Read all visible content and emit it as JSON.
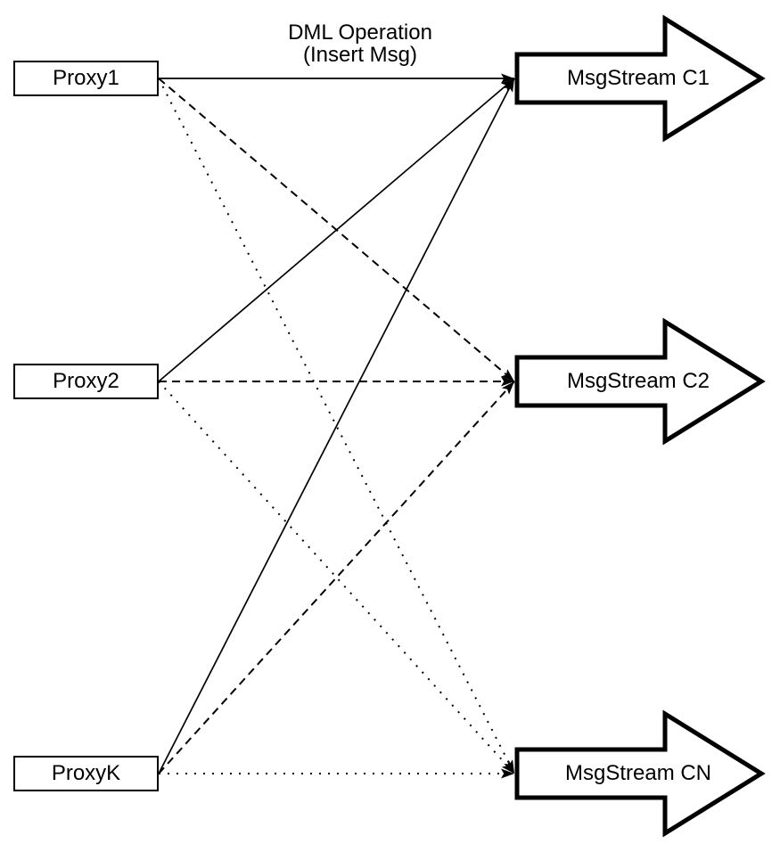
{
  "title": {
    "line1": "DML Operation",
    "line2": "(Insert Msg)"
  },
  "proxies": [
    {
      "id": "proxy1",
      "label": "Proxy1"
    },
    {
      "id": "proxy2",
      "label": "Proxy2"
    },
    {
      "id": "proxyk",
      "label": "ProxyK"
    }
  ],
  "streams": [
    {
      "id": "c1",
      "label": "MsgStream C1"
    },
    {
      "id": "c2",
      "label": "MsgStream C2"
    },
    {
      "id": "cn",
      "label": "MsgStream CN"
    }
  ],
  "edges": [
    {
      "from": "proxy1",
      "to": "c1",
      "style": "solid"
    },
    {
      "from": "proxy2",
      "to": "c1",
      "style": "solid"
    },
    {
      "from": "proxyk",
      "to": "c1",
      "style": "solid"
    },
    {
      "from": "proxy1",
      "to": "c2",
      "style": "dashed"
    },
    {
      "from": "proxy2",
      "to": "c2",
      "style": "dashed"
    },
    {
      "from": "proxyk",
      "to": "c2",
      "style": "dashed"
    },
    {
      "from": "proxy1",
      "to": "cn",
      "style": "dotted"
    },
    {
      "from": "proxy2",
      "to": "cn",
      "style": "dotted"
    },
    {
      "from": "proxyk",
      "to": "cn",
      "style": "dotted"
    }
  ],
  "colors": {
    "line": "#000000",
    "shape_fill": "#ffffff",
    "background": "#ffffff"
  }
}
